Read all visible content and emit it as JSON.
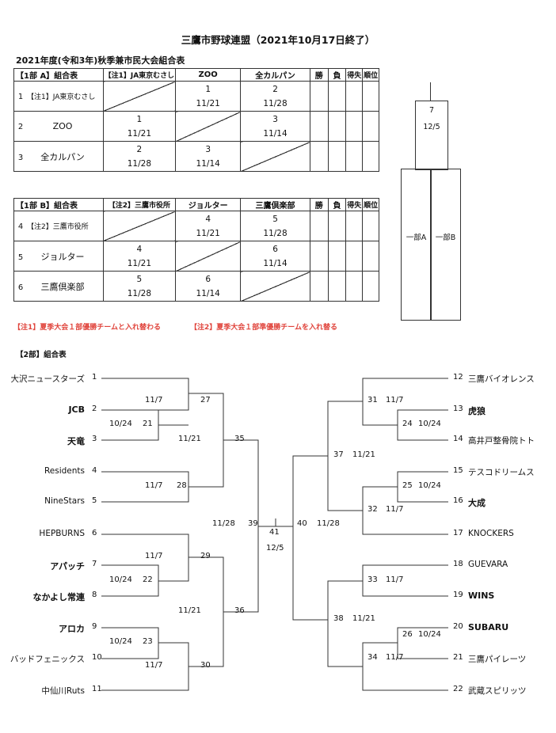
{
  "title": "三鷹市野球連盟（2021年10月17日終了）",
  "subtitle": "2021年度(令和3年)秋季兼市民大会組合表",
  "league_a": {
    "header": [
      "【1部 A】組合表",
      "【注1】JA東京むさし",
      "ZOO",
      "全カルパン",
      "勝",
      "負",
      "得失",
      "順位"
    ],
    "rows": [
      {
        "no": "1",
        "team": "【注1】JA東京むさし",
        "cells": [
          "",
          "1|11/21",
          "2|11/28"
        ]
      },
      {
        "no": "2",
        "team": "ZOO",
        "cells": [
          "1|11/21",
          "",
          "3|11/14"
        ]
      },
      {
        "no": "3",
        "team": "全カルパン",
        "cells": [
          "2|11/28",
          "3|11/14",
          ""
        ]
      }
    ]
  },
  "league_b": {
    "header": [
      "【1部 B】組合表",
      "【注2】三鷹市役所",
      "ジョルター",
      "三鷹倶楽部",
      "勝",
      "負",
      "得失",
      "順位"
    ],
    "rows": [
      {
        "no": "4",
        "team": "【注2】三鷹市役所",
        "cells": [
          "",
          "4|11/21",
          "5|11/28"
        ]
      },
      {
        "no": "5",
        "team": "ジョルター",
        "cells": [
          "4|11/21",
          "",
          "6|11/14"
        ]
      },
      {
        "no": "6",
        "team": "三鷹倶楽部",
        "cells": [
          "5|11/28",
          "6|11/14",
          ""
        ]
      }
    ]
  },
  "note1": "【注1】夏季大会１部優勝チームと入れ替わる",
  "note2": "【注2】夏季大会１部準優勝チームを入れ替る",
  "final1": {
    "game": "7",
    "date": "12/5",
    "left": "一部A",
    "right": "一部B"
  },
  "section2_title": "【2部】組合表",
  "left_teams": [
    {
      "name": "大沢ニュースターズ",
      "no": "1"
    },
    {
      "name": "JCB",
      "no": "2"
    },
    {
      "name": "天竜",
      "no": "3"
    },
    {
      "name": "Residents",
      "no": "4"
    },
    {
      "name": "NineStars",
      "no": "5"
    },
    {
      "name": "HEPBURNS",
      "no": "6"
    },
    {
      "name": "アパッチ",
      "no": "7"
    },
    {
      "name": "なかよし常連",
      "no": "8"
    },
    {
      "name": "アロカ",
      "no": "9"
    },
    {
      "name": "バッドフェニックス",
      "no": "10"
    },
    {
      "name": "中仙川Ruts",
      "no": "11"
    }
  ],
  "right_teams": [
    {
      "no": "12",
      "name": "三鷹バイオレンス"
    },
    {
      "no": "13",
      "name": "虎狼"
    },
    {
      "no": "14",
      "name": "高井戸整骨院トト"
    },
    {
      "no": "15",
      "name": "テスコドリームス"
    },
    {
      "no": "16",
      "name": "大成"
    },
    {
      "no": "17",
      "name": "KNOCKERS"
    },
    {
      "no": "18",
      "name": "GUEVARA"
    },
    {
      "no": "19",
      "name": "WINS"
    },
    {
      "no": "20",
      "name": "SUBARU"
    },
    {
      "no": "21",
      "name": "三鷹パイレーツ"
    },
    {
      "no": "22",
      "name": "武蔵スピリッツ"
    }
  ],
  "games": [
    {
      "id": "21",
      "date": "10/24"
    },
    {
      "id": "22",
      "date": "10/24"
    },
    {
      "id": "23",
      "date": "10/24"
    },
    {
      "id": "27",
      "date": "11/7"
    },
    {
      "id": "28",
      "date": "11/7"
    },
    {
      "id": "29",
      "date": "11/7"
    },
    {
      "id": "30",
      "date": "11/7"
    },
    {
      "id": "35",
      "date": "11/21"
    },
    {
      "id": "36",
      "date": "11/21"
    },
    {
      "id": "39",
      "date": "11/28"
    },
    {
      "id": "41",
      "date": "12/5"
    },
    {
      "id": "40",
      "date": "11/28"
    },
    {
      "id": "37",
      "date": "11/21"
    },
    {
      "id": "38",
      "date": "11/21"
    },
    {
      "id": "31",
      "date": "11/7"
    },
    {
      "id": "32",
      "date": "11/7"
    },
    {
      "id": "33",
      "date": "11/7"
    },
    {
      "id": "34",
      "date": "11/7"
    },
    {
      "id": "24",
      "date": "10/24"
    },
    {
      "id": "25",
      "date": "10/24"
    },
    {
      "id": "26",
      "date": "10/24"
    }
  ]
}
